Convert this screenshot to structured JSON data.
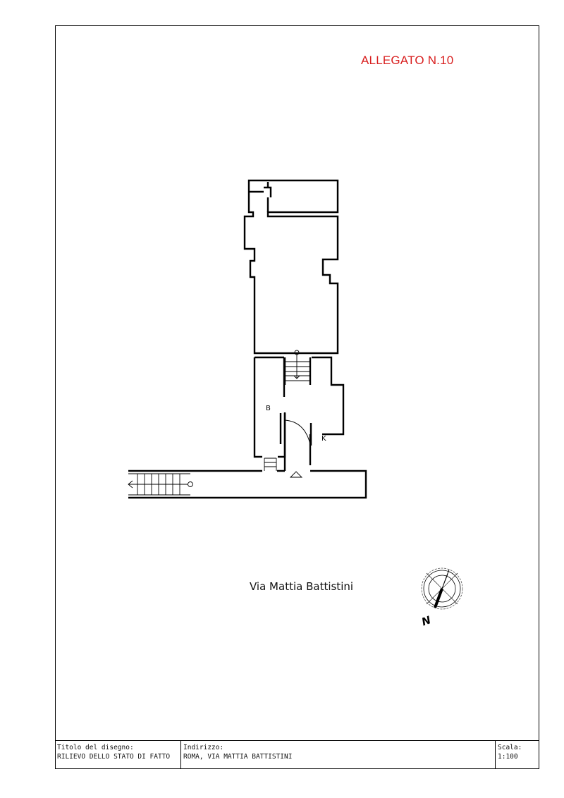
{
  "header": {
    "annex_label": "ALLEGATO N.10"
  },
  "plan": {
    "room_labels": {
      "b": "B",
      "k": "K"
    },
    "street_label": "Via Mattia Battistini",
    "north_label": "N"
  },
  "title_block": {
    "title_label": "Titolo del disegno:",
    "title_value": "RILIEVO DELLO STATO DI FATTO",
    "address_label": "Indirizzo:",
    "address_value": "ROMA, VIA MATTIA BATTISTINI",
    "scale_label": "Scala:",
    "scale_value": "1:100"
  },
  "colors": {
    "annex_text": "#d81e1e",
    "lines": "#000000",
    "background": "#ffffff"
  }
}
